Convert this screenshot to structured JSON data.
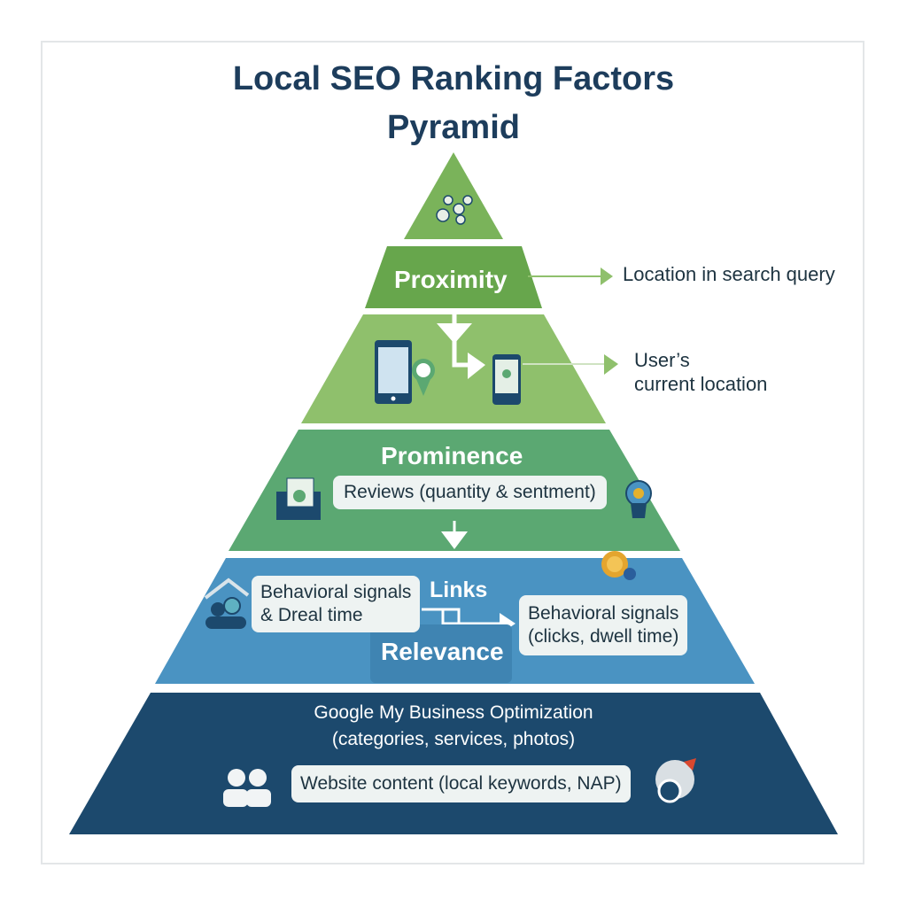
{
  "title": {
    "line1": "Local SEO Ranking Factors",
    "line2": "Pyramid"
  },
  "tiers": {
    "proximity": {
      "label": "Proximity",
      "annotation": "Location in search query"
    },
    "location": {
      "annotation_line1": "User’s",
      "annotation_line2": "current location"
    },
    "prominence": {
      "label": "Prominence",
      "box": "Reviews (quantity & sentment)"
    },
    "relevance": {
      "label": "Relevance",
      "links_label": "Links",
      "box_left_line1": "Behavioral signals",
      "box_left_line2": "& Dreal time",
      "box_right_line1": "Behavioral signals",
      "box_right_line2": "(clicks, dwell time)"
    },
    "base": {
      "line1": "Google My Business Optimization",
      "line2": "(categories, services, photos)",
      "box": "Website content (local keywords, NAP)"
    }
  },
  "colors": {
    "tier1": "#7ab35a",
    "tier2": "#67a64c",
    "tier3": "#8fc06c",
    "tier4": "#5ba872",
    "tier5": "#4a93c2",
    "tier6": "#1c496d",
    "title": "#1d3d5c"
  }
}
